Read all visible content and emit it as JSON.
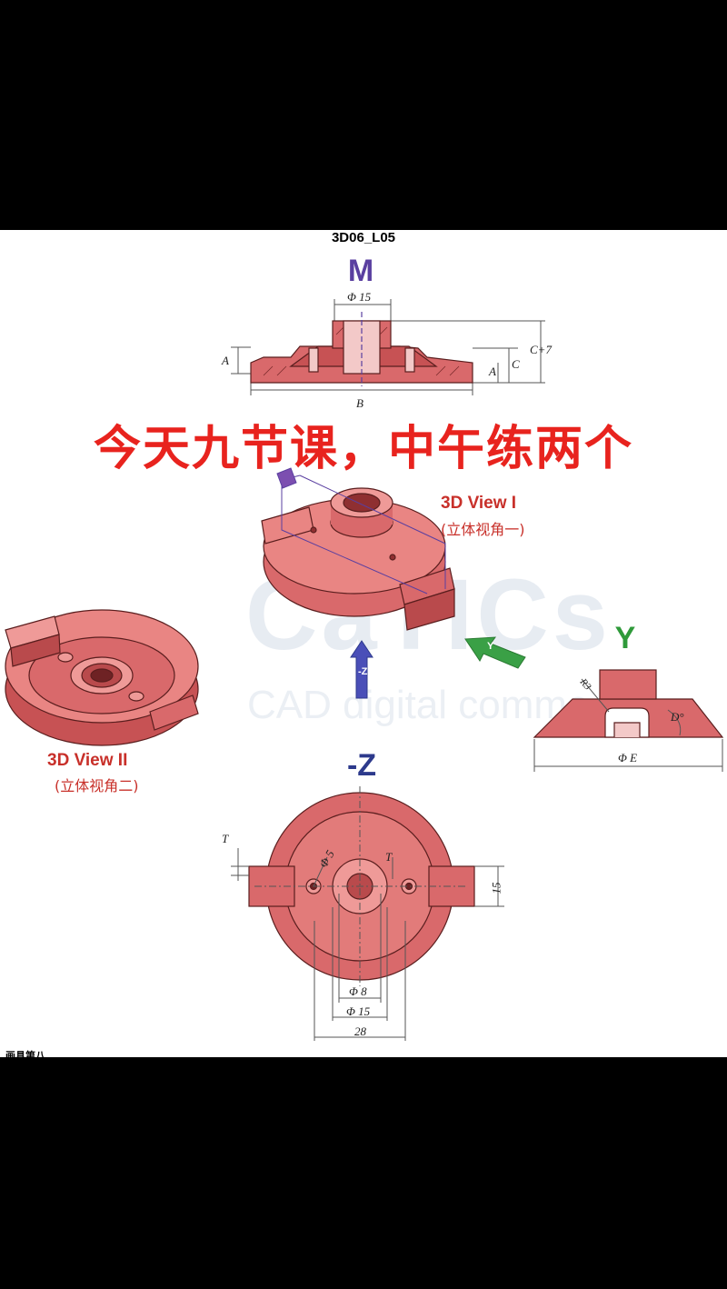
{
  "sheet": {
    "doc_title": "3D06_L05",
    "overlay_text": "今天九节课，中午练两个",
    "watermark": "CaTICs",
    "watermark_sub": "CAD digital comme",
    "bottom_text": "画具第八"
  },
  "views": {
    "M": {
      "label": "M",
      "color": "#5a3fa0"
    },
    "Y": {
      "label": "Y",
      "color": "#2f9a3a"
    },
    "Z": {
      "label": "-Z",
      "color": "#2d3a8c"
    },
    "view1": {
      "title_en": "3D View I",
      "title_cn": "(立体视角一)"
    },
    "view2": {
      "title_en": "3D View II",
      "title_cn": "(立体视角二)"
    }
  },
  "dimensions": {
    "m_top_diameter": "Φ 15",
    "m_width": "B",
    "m_a_left": "A",
    "m_a_right": "A",
    "m_c": "C",
    "m_c7": "C+7",
    "y_r": "R3",
    "y_d": "D°",
    "y_e": "Φ E",
    "z_t_left": "T",
    "z_t_center": "T",
    "z_hole": "Φ 5",
    "z_15": "15",
    "z_d8": "Φ 8",
    "z_d15": "Φ 15",
    "z_28": "28"
  },
  "arrows": {
    "z_arrow_label": "-Z",
    "y_arrow_label": "Y"
  },
  "colors": {
    "part_fill": "#d9696b",
    "part_dark": "#b94a4c",
    "part_light": "#ef9a98",
    "outline": "#5a1e1e",
    "overlay_red": "#e8231e",
    "caption_red": "#c8302a",
    "dim_line": "#555"
  }
}
